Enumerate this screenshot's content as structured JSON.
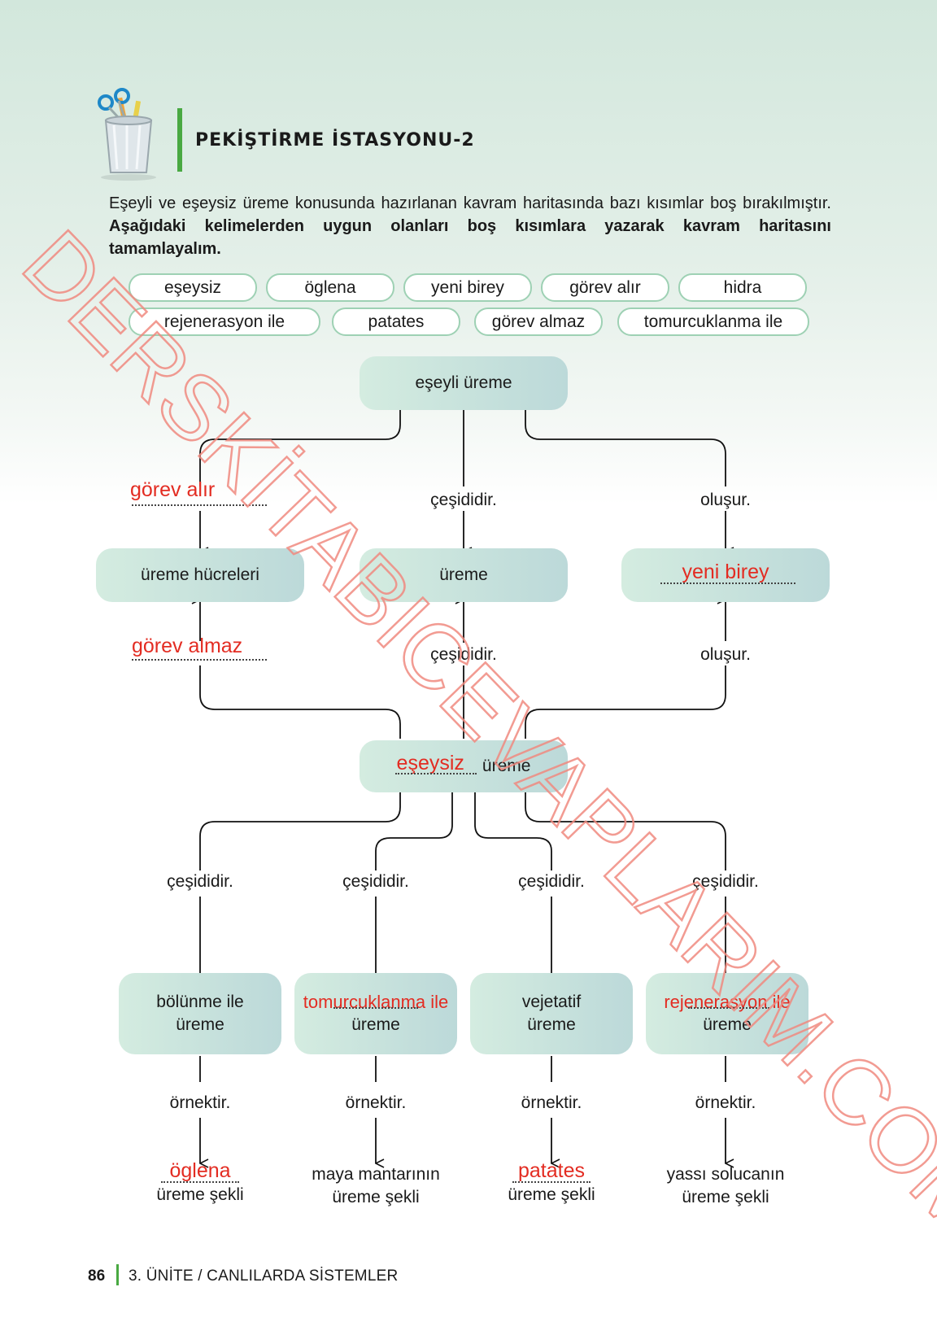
{
  "header": {
    "title": "PEKİŞTİRME İSTASYONU-2",
    "icon": "pencil-cup-icon",
    "accent": "#49a942"
  },
  "intro": {
    "normal": "Eşeyli ve eşeysiz üreme konusunda hazırlanan kavram haritasında bazı kısımlar boş bırakılmıştır. ",
    "bold": "Aşağıdaki kelimelerden uygun olanları boş kısımlara yazarak kavram haritasını tamamlayalım."
  },
  "words": [
    "eşeysiz",
    "öglena",
    "yeni birey",
    "görev alır",
    "hidra",
    "rejenerasyon ile",
    "patates",
    "görev almaz",
    "tomurcuklanma ile"
  ],
  "map": {
    "top": "eşeyli üreme",
    "label_left_top_answer": "görev alır",
    "label_mid_top": "çeşididir.",
    "label_right_top": "oluşur.",
    "box_left": "üreme hücreleri",
    "box_mid": "üreme",
    "box_right_answer": "yeni birey",
    "label_left_bottom_answer": "görev almaz",
    "label_mid_bottom": "çeşididir.",
    "label_right_bottom": "oluşur.",
    "center_answer": "eşeysiz",
    "center_suffix": "üreme",
    "branch_label": "çeşididir.",
    "example_label": "örnektir.",
    "types": [
      {
        "line1": "bölünme ile",
        "line2": "üreme"
      },
      {
        "answer": "tomurcuklanma ile",
        "line2": "üreme"
      },
      {
        "line1": "vejetatif",
        "line2": "üreme"
      },
      {
        "answer": "rejenerasyon ile",
        "line2": "üreme"
      }
    ],
    "examples": [
      {
        "answer": "öglena",
        "line2": "üreme şekli"
      },
      {
        "line1": "maya mantarının",
        "line2": "üreme şekli"
      },
      {
        "answer": "patates",
        "line2": "üreme şekli"
      },
      {
        "line1": "yassı solucanın",
        "line2": "üreme şekli"
      }
    ]
  },
  "answer_color": "#e32c22",
  "footer": {
    "page": "86",
    "text": "3. ÜNİTE / CANLILARDA SİSTEMLER"
  },
  "watermark": "DERSKİTABICEVAPLARIM.COM"
}
